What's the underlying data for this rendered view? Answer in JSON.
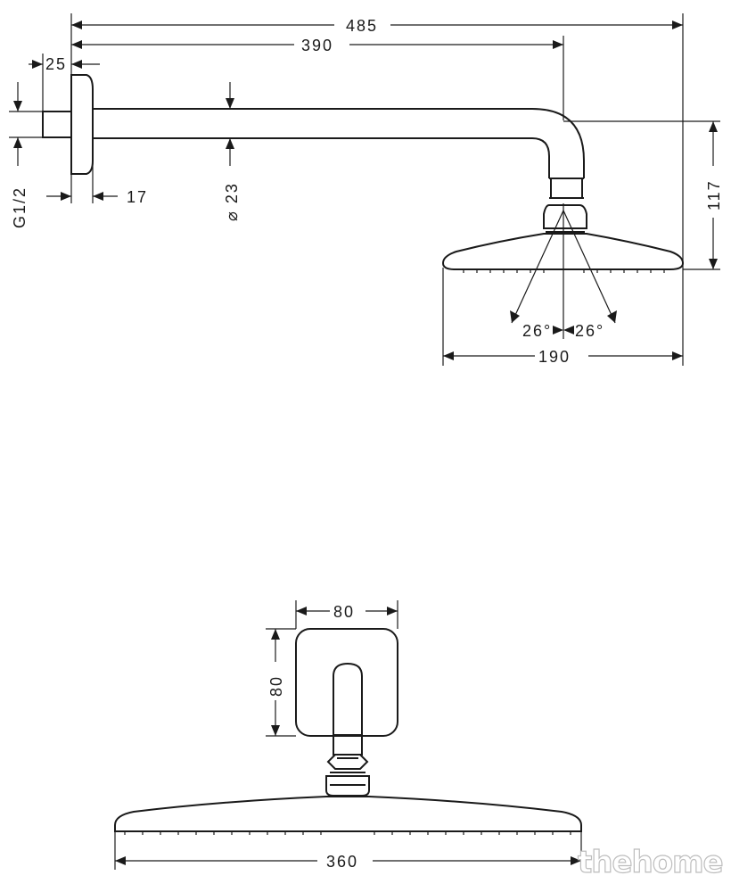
{
  "side_view": {
    "dim_overall_length": "485",
    "dim_arm_length": "390",
    "dim_flange_depth": "25",
    "dim_thread": "G1/2",
    "dim_tube_offset": "17",
    "dim_tube_diameter": "⌀ 23",
    "dim_height": "117",
    "dim_angle_left": "26°",
    "dim_angle_right": "26°",
    "dim_head_width": "190"
  },
  "front_view": {
    "dim_plate_width": "80",
    "dim_plate_height": "80",
    "dim_head_width": "360"
  },
  "watermark": "thehome"
}
